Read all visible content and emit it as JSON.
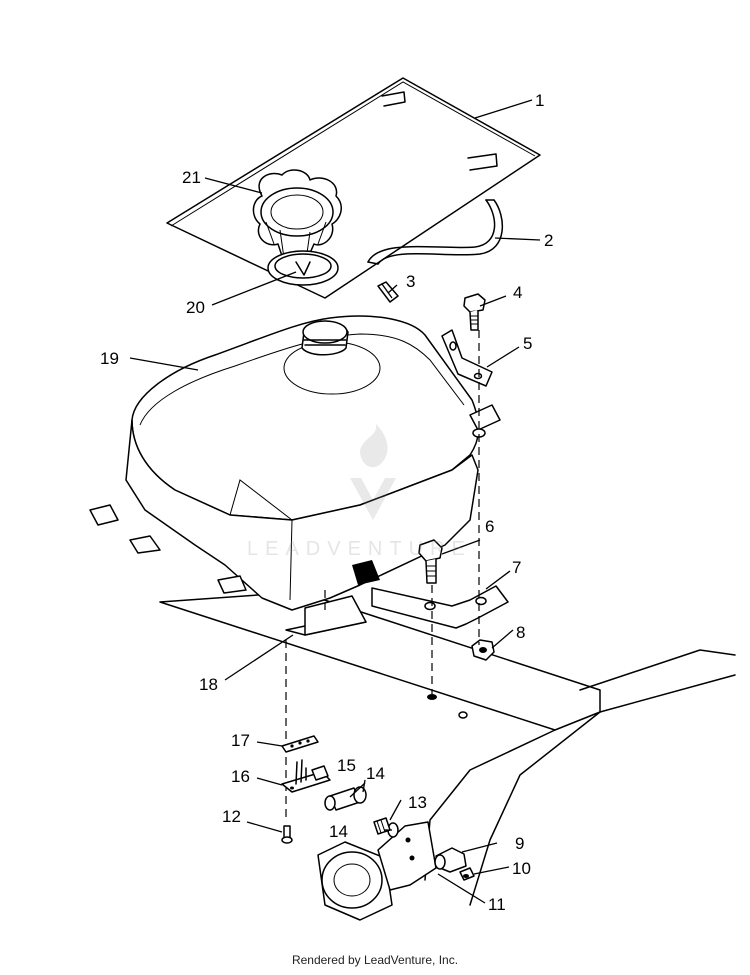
{
  "diagram": {
    "callouts": [
      "1",
      "2",
      "3",
      "4",
      "5",
      "6",
      "7",
      "8",
      "9",
      "10",
      "11",
      "12",
      "13",
      "14",
      "14",
      "15",
      "16",
      "17",
      "18",
      "19",
      "20",
      "21"
    ]
  },
  "watermark": {
    "text": "LEADVENTURE"
  },
  "footer": {
    "text": "Rendered by LeadVenture, Inc."
  },
  "colors": {
    "ink": "#000000",
    "paper": "#ffffff",
    "watermark": "#969696"
  }
}
